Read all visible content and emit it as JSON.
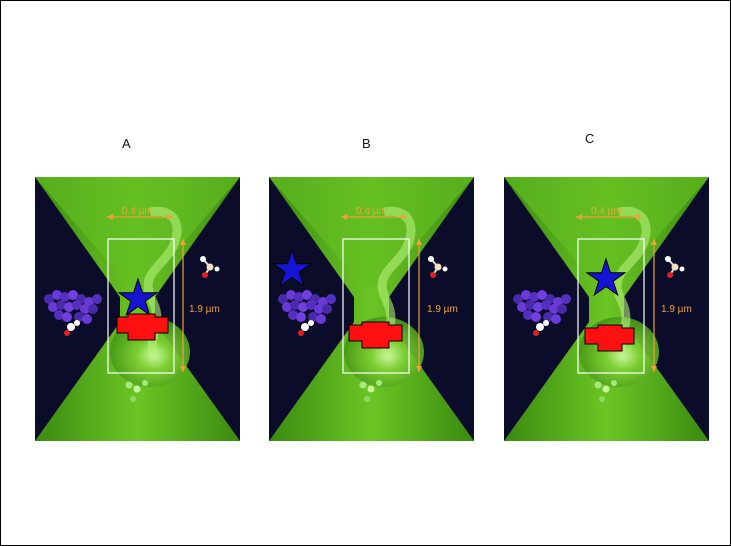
{
  "panels": [
    {
      "label": "A",
      "star_position": "inside-focus-top",
      "cross_position": "inside-focus-middle"
    },
    {
      "label": "B",
      "star_position": "outside-left",
      "cross_position": "inside-focus-lower"
    },
    {
      "label": "C",
      "star_position": "inside-focus-top",
      "cross_position": "inside-focus-lower"
    }
  ],
  "measurements": {
    "width": "0.4 µm",
    "height": "1.9 µm"
  },
  "colors": {
    "background": "#0b0c2a",
    "beam": "#5fb81f",
    "measure": "#f0a23a",
    "star": "#1414d2",
    "cross": "#ff1010",
    "molecule_cluster": "#5a2fc8"
  }
}
